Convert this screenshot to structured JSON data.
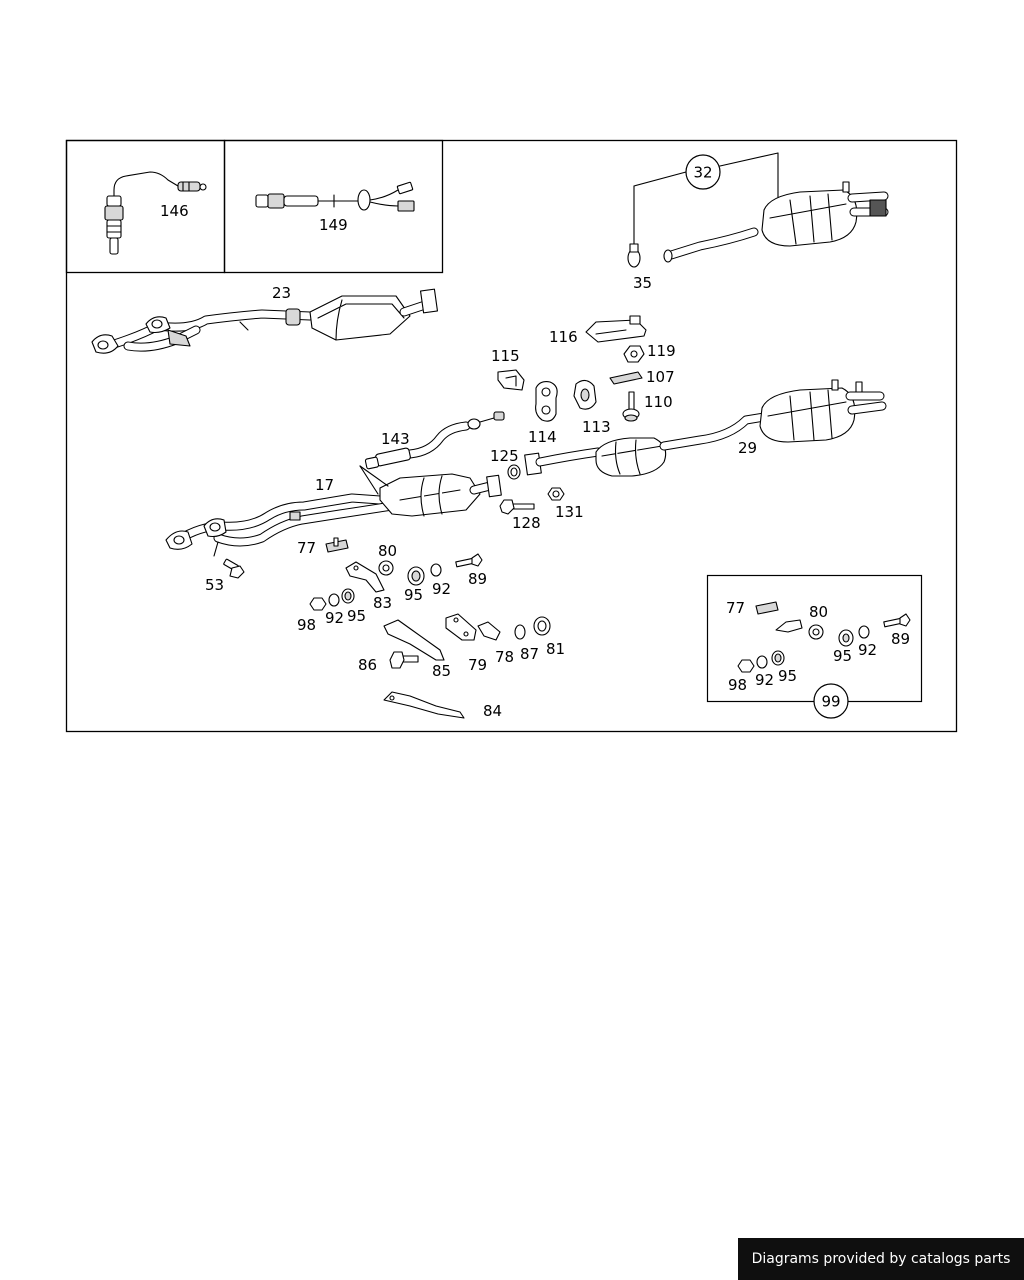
{
  "labels": {
    "l146": "146",
    "l149": "149",
    "l23": "23",
    "l32": "32",
    "l35": "35",
    "l116": "116",
    "l119": "119",
    "l115": "115",
    "l107": "107",
    "l110": "110",
    "l114": "114",
    "l113": "113",
    "l143": "143",
    "l125": "125",
    "l29": "29",
    "l17": "17",
    "l128": "128",
    "l131": "131",
    "l53": "53",
    "l77": "77",
    "l80": "80",
    "l83": "83",
    "l95a": "95",
    "l92a": "92",
    "l89": "89",
    "l98": "98",
    "l92b": "92",
    "l95b": "95",
    "l86": "86",
    "l85": "85",
    "l79": "79",
    "l78": "78",
    "l87": "87",
    "l81": "81",
    "l84": "84",
    "i77": "77",
    "i80": "80",
    "i95": "95",
    "i92": "92",
    "i89": "89",
    "i98": "98",
    "i92b": "92",
    "i95b": "95",
    "l99": "99"
  },
  "watermark": "Diagrams provided by catalogs parts"
}
